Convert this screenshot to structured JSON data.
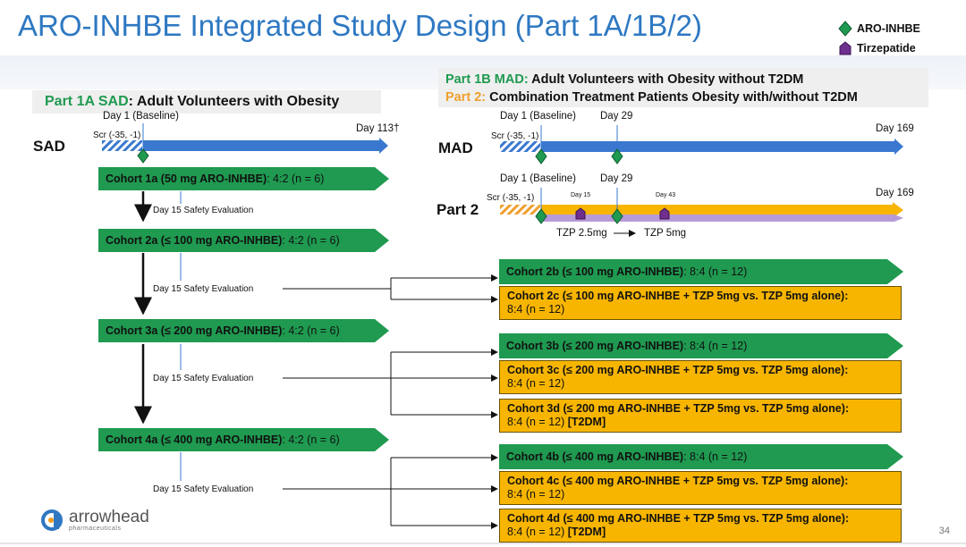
{
  "title": "ARO-INHBE Integrated Study Design (Part 1A/1B/2)",
  "legend": [
    {
      "label": "ARO-INHBE",
      "icon": "green-diamond-icon",
      "color": "#1f9a50"
    },
    {
      "label": "Tirzepatide",
      "icon": "purple-house-icon",
      "color": "#6f2f8f"
    }
  ],
  "part1a": {
    "header_prefix": "Part 1A SAD",
    "header_rest": ": Adult Volunteers with Obesity",
    "arm_label": "SAD",
    "day1": "Day 1 (Baseline)",
    "scr": "Scr (-35, -1)",
    "day_end": "Day 113†",
    "safety": "Day 15 Safety Evaluation",
    "cohorts": [
      {
        "bold": "Cohort 1a (50 mg ARO-INHBE)",
        "rest": ": 4:2 (n = 6)"
      },
      {
        "bold": "Cohort 2a (≤ 100 mg ARO-INHBE)",
        "rest": ": 4:2 (n = 6)"
      },
      {
        "bold": "Cohort 3a (≤ 200 mg ARO-INHBE)",
        "rest": ": 4:2 (n = 6)"
      },
      {
        "bold": "Cohort 4a (≤ 400 mg ARO-INHBE)",
        "rest": ": 4:2 (n = 6)"
      }
    ]
  },
  "part1b": {
    "line1_prefix": "Part 1B MAD:",
    "line1_rest": " Adult Volunteers with Obesity without T2DM",
    "line2_prefix": "Part 2:",
    "line2_rest": " Combination Treatment Patients Obesity with/without T2DM",
    "mad_label": "MAD",
    "part2_label": "Part 2",
    "day1": "Day 1 (Baseline)",
    "day29": "Day 29",
    "scr": "Scr (-35, -1)",
    "day169": "Day 169",
    "day15": "Day 15",
    "day43": "Day 43",
    "tzp1": "TZP 2.5mg",
    "tzp2": "TZP 5mg",
    "cohorts": [
      {
        "bold": "Cohort 2b (≤ 100 mg ARO-INHBE)",
        "rest": ": 8:4 (n = 12)"
      },
      {
        "bold": "Cohort 2c (≤ 100 mg ARO-INHBE + TZP 5mg vs. TZP 5mg alone):",
        "rest": "8:4 (n = 12)"
      },
      {
        "bold": "Cohort 3b (≤ 200 mg ARO-INHBE)",
        "rest": ": 8:4 (n = 12)"
      },
      {
        "bold": "Cohort 3c (≤ 200 mg ARO-INHBE + TZP 5mg vs. TZP 5mg alone):",
        "rest": "8:4 (n = 12)"
      },
      {
        "bold": "Cohort 3d (≤ 200 mg ARO-INHBE + TZP 5mg vs. TZP 5mg alone):",
        "rest": "8:4 (n = 12) ",
        "tag": "[T2DM]"
      },
      {
        "bold": "Cohort 4b (≤ 400 mg ARO-INHBE)",
        "rest": ": 8:4 (n = 12)"
      },
      {
        "bold": "Cohort 4c (≤ 400 mg ARO-INHBE + TZP 5mg vs. TZP 5mg alone):",
        "rest": "8:4 (n = 12)"
      },
      {
        "bold": "Cohort 4d (≤ 400 mg ARO-INHBE + TZP 5mg vs. TZP 5mg alone):",
        "rest": "8:4 (n = 12) ",
        "tag": "[T2DM]"
      }
    ]
  },
  "logo": {
    "name": "arrowhead",
    "sub": "pharmaceuticals"
  },
  "page_number": "34",
  "colors": {
    "title": "#2e78c2",
    "green": "#1f9a50",
    "gold": "#f7b500",
    "blue": "#3a78d0",
    "purple": "#b79ad8",
    "part2_orange": "#f0a030"
  }
}
